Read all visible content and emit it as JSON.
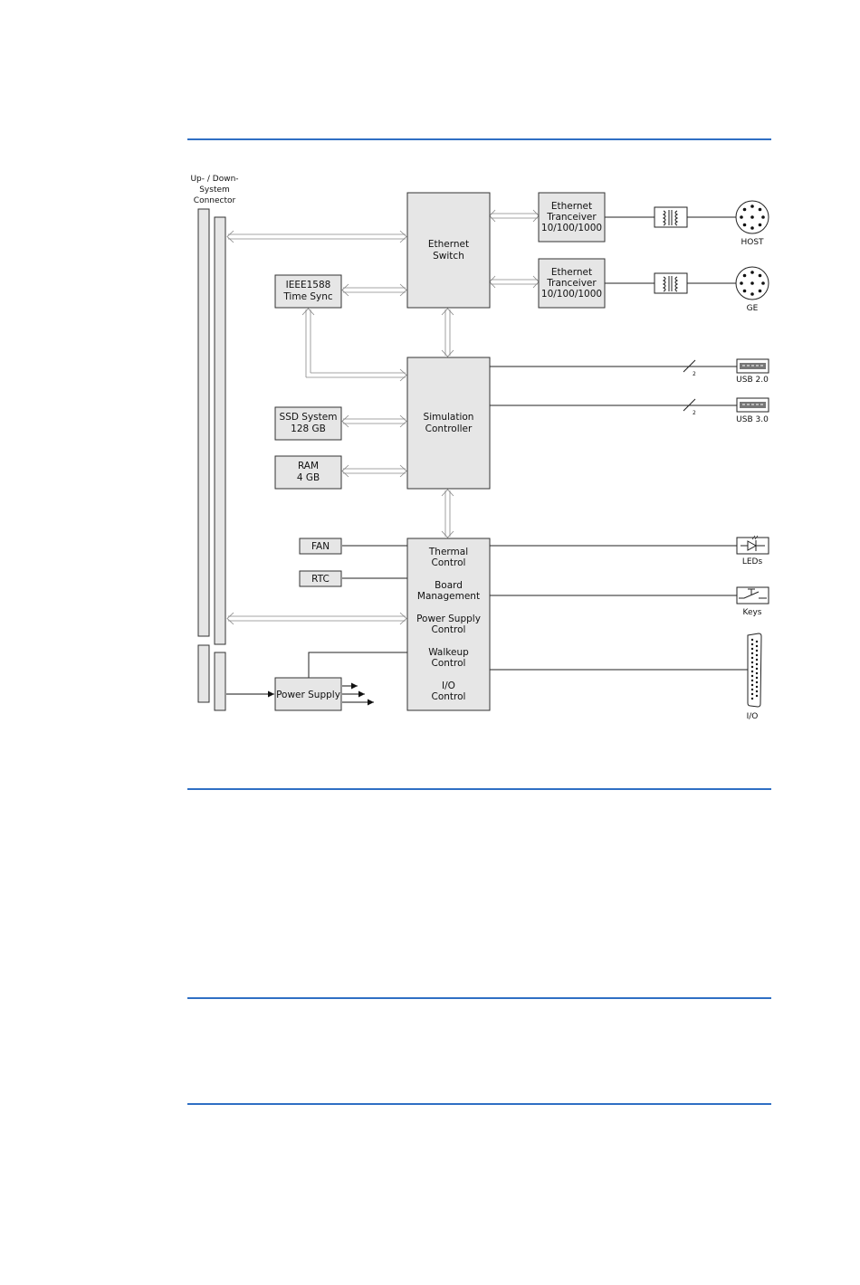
{
  "rules": [
    "section-rule",
    "section-rule",
    "section-rule",
    "section-rule"
  ],
  "diagram": {
    "connector_label": [
      "Up- / Down-",
      "System",
      "Connector"
    ],
    "ethernet_switch": [
      "Ethernet",
      "Switch"
    ],
    "transceiver_1": [
      "Ethernet",
      "Tranceiver",
      "10/100/1000"
    ],
    "transceiver_2": [
      "Ethernet",
      "Tranceiver",
      "10/100/1000"
    ],
    "ieee1588": [
      "IEEE1588",
      "Time Sync"
    ],
    "simulation_controller": [
      "Simulation",
      "Controller"
    ],
    "ssd": [
      "SSD System",
      "128 GB"
    ],
    "ram": [
      "RAM",
      "4 GB"
    ],
    "fan": "FAN",
    "rtc": "RTC",
    "power_supply": "Power Supply",
    "control_block": {
      "thermal": [
        "Thermal",
        "Control"
      ],
      "board": [
        "Board",
        "Management"
      ],
      "psu": [
        "Power Supply",
        "Control"
      ],
      "walkeup": [
        "Walkeup",
        "Control"
      ],
      "io": [
        "I/O",
        "Control"
      ]
    },
    "ports": {
      "host": "HOST",
      "ge": "GE",
      "usb2": "USB 2.0",
      "usb3": "USB 3.0",
      "leds": "LEDs",
      "keys": "Keys",
      "io": "I/O"
    },
    "bus_width_usb2": "2",
    "bus_width_usb3": "2"
  },
  "colors": {
    "rule": "#2f6fc4",
    "box_fill": "#e6e6e6",
    "line": "#222222"
  }
}
